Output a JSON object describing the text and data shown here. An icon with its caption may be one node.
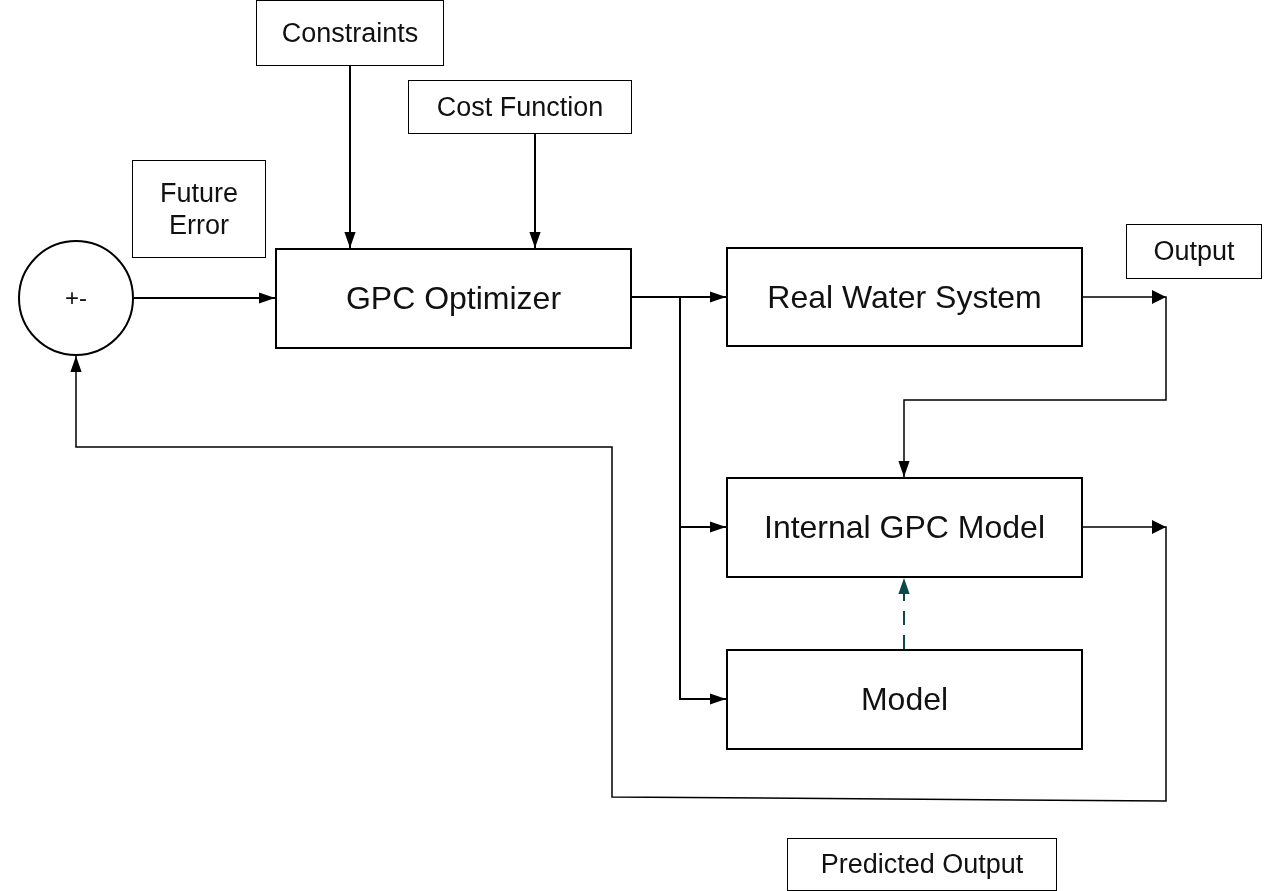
{
  "diagram": {
    "nodes": [
      {
        "text": [
          "Constraints"
        ]
      },
      {
        "text": [
          "Cost Function"
        ]
      },
      {
        "text": [
          "Future Error"
        ]
      },
      {
        "text": [
          "+-"
        ]
      },
      {
        "text": [
          "GPC Optimizer"
        ]
      },
      {
        "text": [
          "Real Water System"
        ]
      },
      {
        "text": [
          "Output"
        ]
      },
      {
        "text": [
          "Internal GPC Model"
        ]
      },
      {
        "text": [
          "Model"
        ]
      },
      {
        "text": [
          "Predicted Output"
        ]
      }
    ],
    "edges": [
      {
        "from": 0,
        "to": 4,
        "arrow": "to"
      },
      {
        "from": 1,
        "to": 4,
        "arrow": "to"
      },
      {
        "from": 3,
        "to": 4,
        "arrow": "to"
      },
      {
        "from": 4,
        "to": 5,
        "arrow": "to"
      },
      {
        "from": 4,
        "to": 7,
        "arrow": "to"
      },
      {
        "from": 4,
        "to": 8,
        "arrow": "to"
      },
      {
        "from": 5,
        "to": 7,
        "arrow": "to"
      },
      {
        "from": 7,
        "to": 3,
        "arrow": "to"
      },
      {
        "from": 8,
        "to": 7,
        "arrow": "to",
        "style": "dashed",
        "color": "#0b4a4a"
      }
    ]
  }
}
